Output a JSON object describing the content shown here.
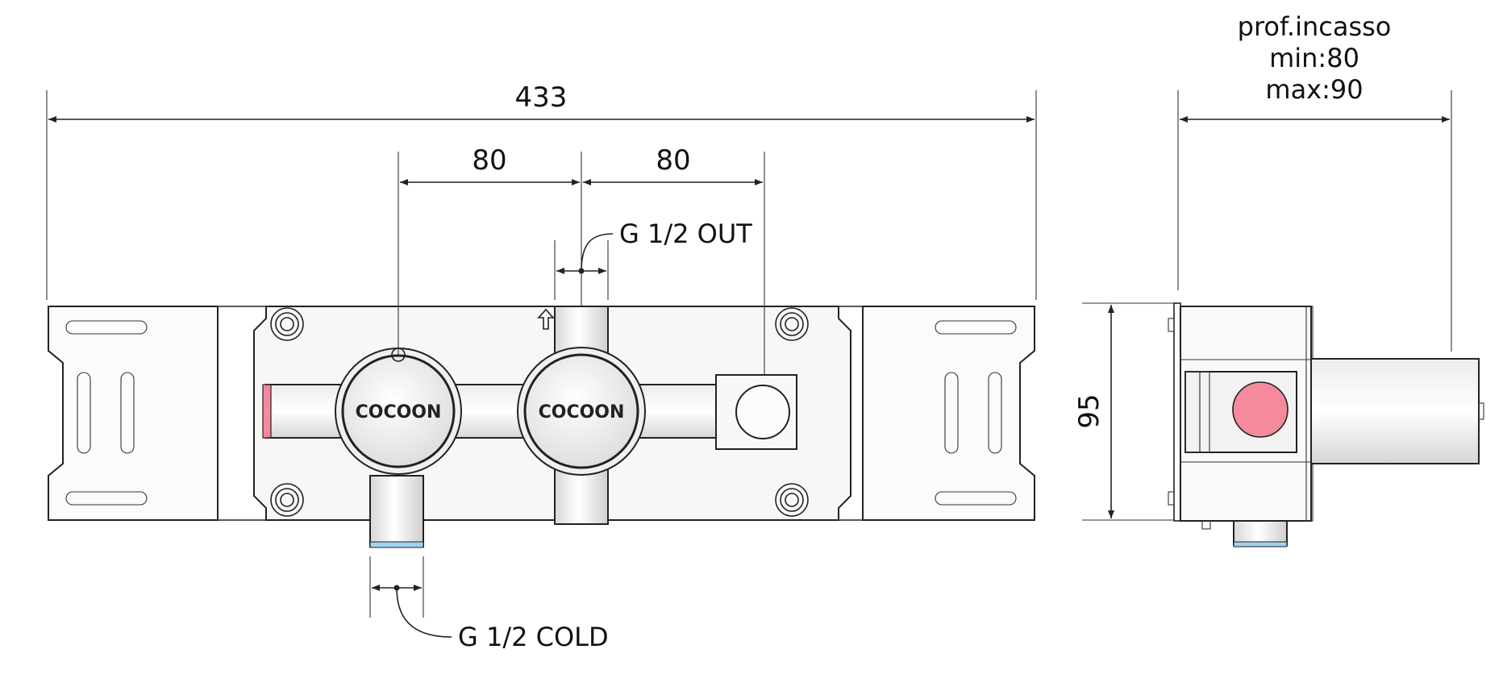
{
  "dimensions": {
    "overall_width": "433",
    "spacing_left": "80",
    "spacing_right": "80",
    "height": "95",
    "depth_title": "prof.incasso",
    "depth_min": "min:80",
    "depth_max": "max:90"
  },
  "callouts": {
    "outlet": "G 1/2 OUT",
    "cold_inlet": "G 1/2 COLD"
  },
  "brand": {
    "left_cartridge": "COCOON",
    "right_cartridge": "COCOON"
  },
  "colors": {
    "hot_marker": "#f48a9c",
    "cold_marker": "#9fd2ee",
    "metal_light": "#f4f4f4",
    "metal_mid": "#dcdcdc",
    "outline": "#222222"
  }
}
